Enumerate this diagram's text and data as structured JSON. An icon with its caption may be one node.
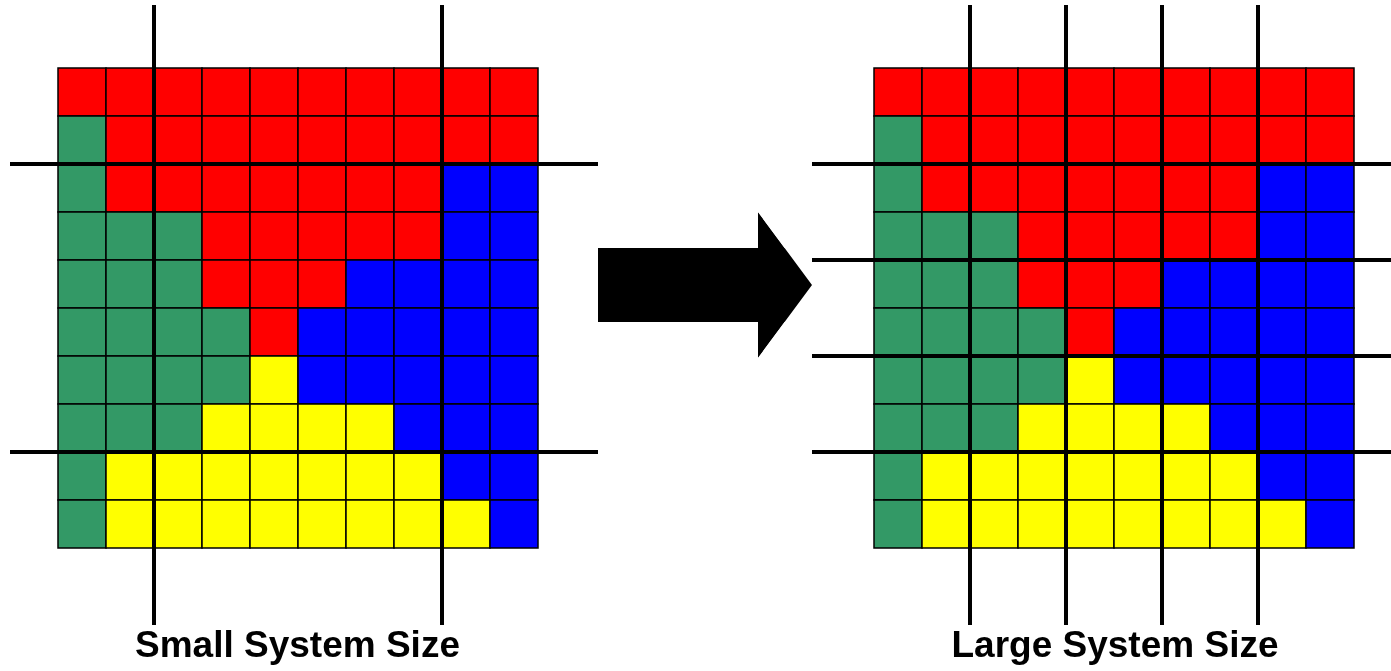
{
  "diagram": {
    "nodes": [
      {
        "text": [
          "Small System Size"
        ]
      },
      {
        "text": [
          "Large System Size"
        ]
      }
    ],
    "edges": [
      {
        "from": 0,
        "to": 1,
        "arrow": "to"
      }
    ]
  }
}
